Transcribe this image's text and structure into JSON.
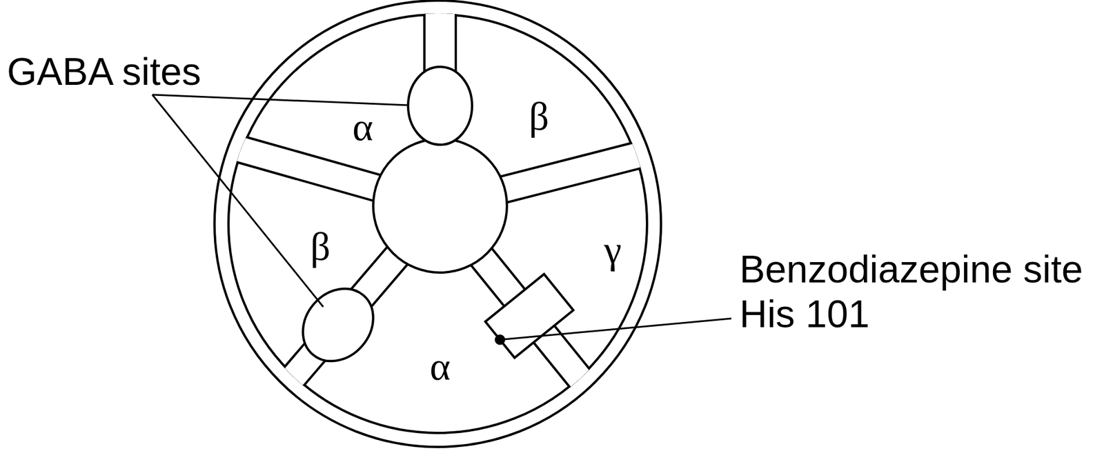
{
  "diagram": {
    "nodes": [
      {
        "text": [
          "α"
        ]
      },
      {
        "text": [
          "β"
        ]
      },
      {
        "text": [
          "β"
        ]
      },
      {
        "text": [
          "γ"
        ]
      },
      {
        "text": [
          "α"
        ]
      }
    ],
    "labels": [
      "GABA sites",
      "Benzodiazepine site His 101"
    ]
  }
}
